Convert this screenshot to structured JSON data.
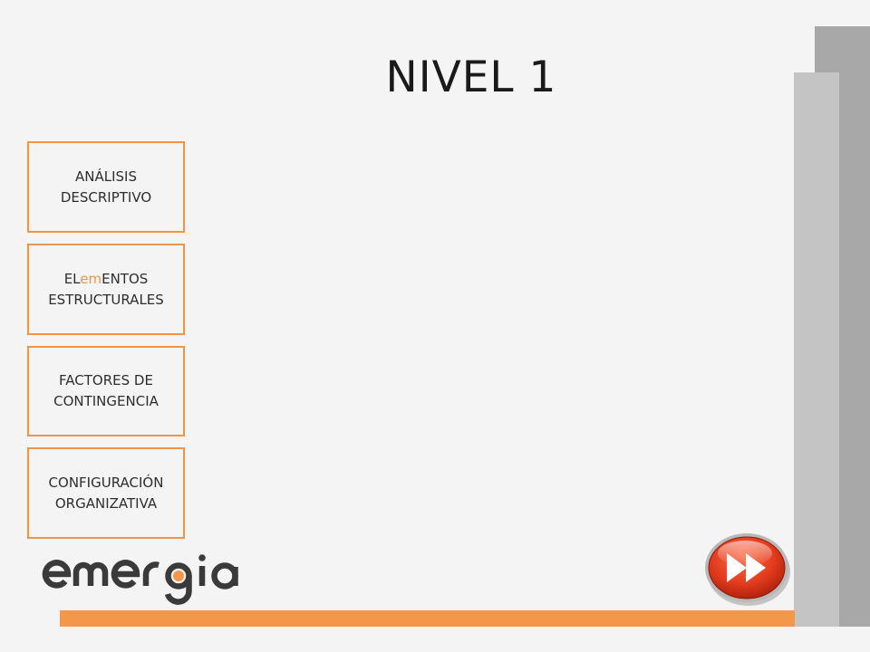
{
  "slide": {
    "title": "NIVEL 1"
  },
  "nav": {
    "analisis": {
      "line1": "ANÁLISIS",
      "line2": "DESCRIPTIVO"
    },
    "elementos": {
      "pre": "EL",
      "mid": "em",
      "post": "ENTOS",
      "line2": "ESTRUCTURALES"
    },
    "factores": {
      "line1": "FACTORES DE",
      "line2": "CONTINGENCIA"
    },
    "configuracion": {
      "line1": "CONFIGURACIÓN",
      "line2": "ORGANIZATIVA"
    }
  },
  "logo": {
    "text": "emergia"
  },
  "colors": {
    "accent": "#f5974b",
    "background": "#f4f4f4",
    "button_red": "#e03a1c"
  },
  "icons": {
    "next": "fast-forward-icon"
  }
}
